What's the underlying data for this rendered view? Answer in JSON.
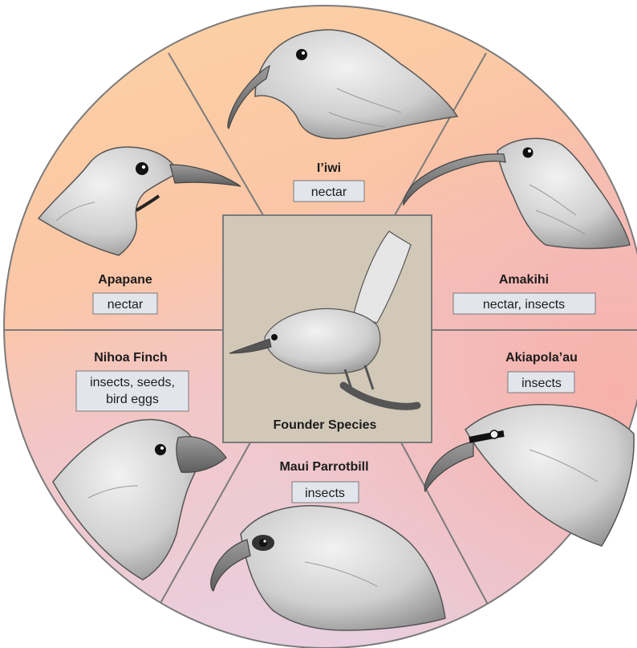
{
  "founder": {
    "label": "Founder Species"
  },
  "species": [
    {
      "name": "I’iwi",
      "diet": [
        "nectar"
      ]
    },
    {
      "name": "Amakihi",
      "diet": [
        "nectar, insects"
      ]
    },
    {
      "name": "Akiapola’au",
      "diet": [
        "insects"
      ]
    },
    {
      "name": "Maui Parrotbill",
      "diet": [
        "insects"
      ]
    },
    {
      "name": "Nihoa Finch",
      "diet": [
        "insects, seeds,",
        "bird eggs"
      ]
    },
    {
      "name": "Apapane",
      "diet": [
        "nectar"
      ]
    }
  ],
  "colors": {
    "peach": "#fcd3a4",
    "salmon": "#f9b6a8",
    "lavender": "#e8d0df",
    "founder_panel": "#d2c8b8",
    "divider": "#7b7b7b"
  }
}
